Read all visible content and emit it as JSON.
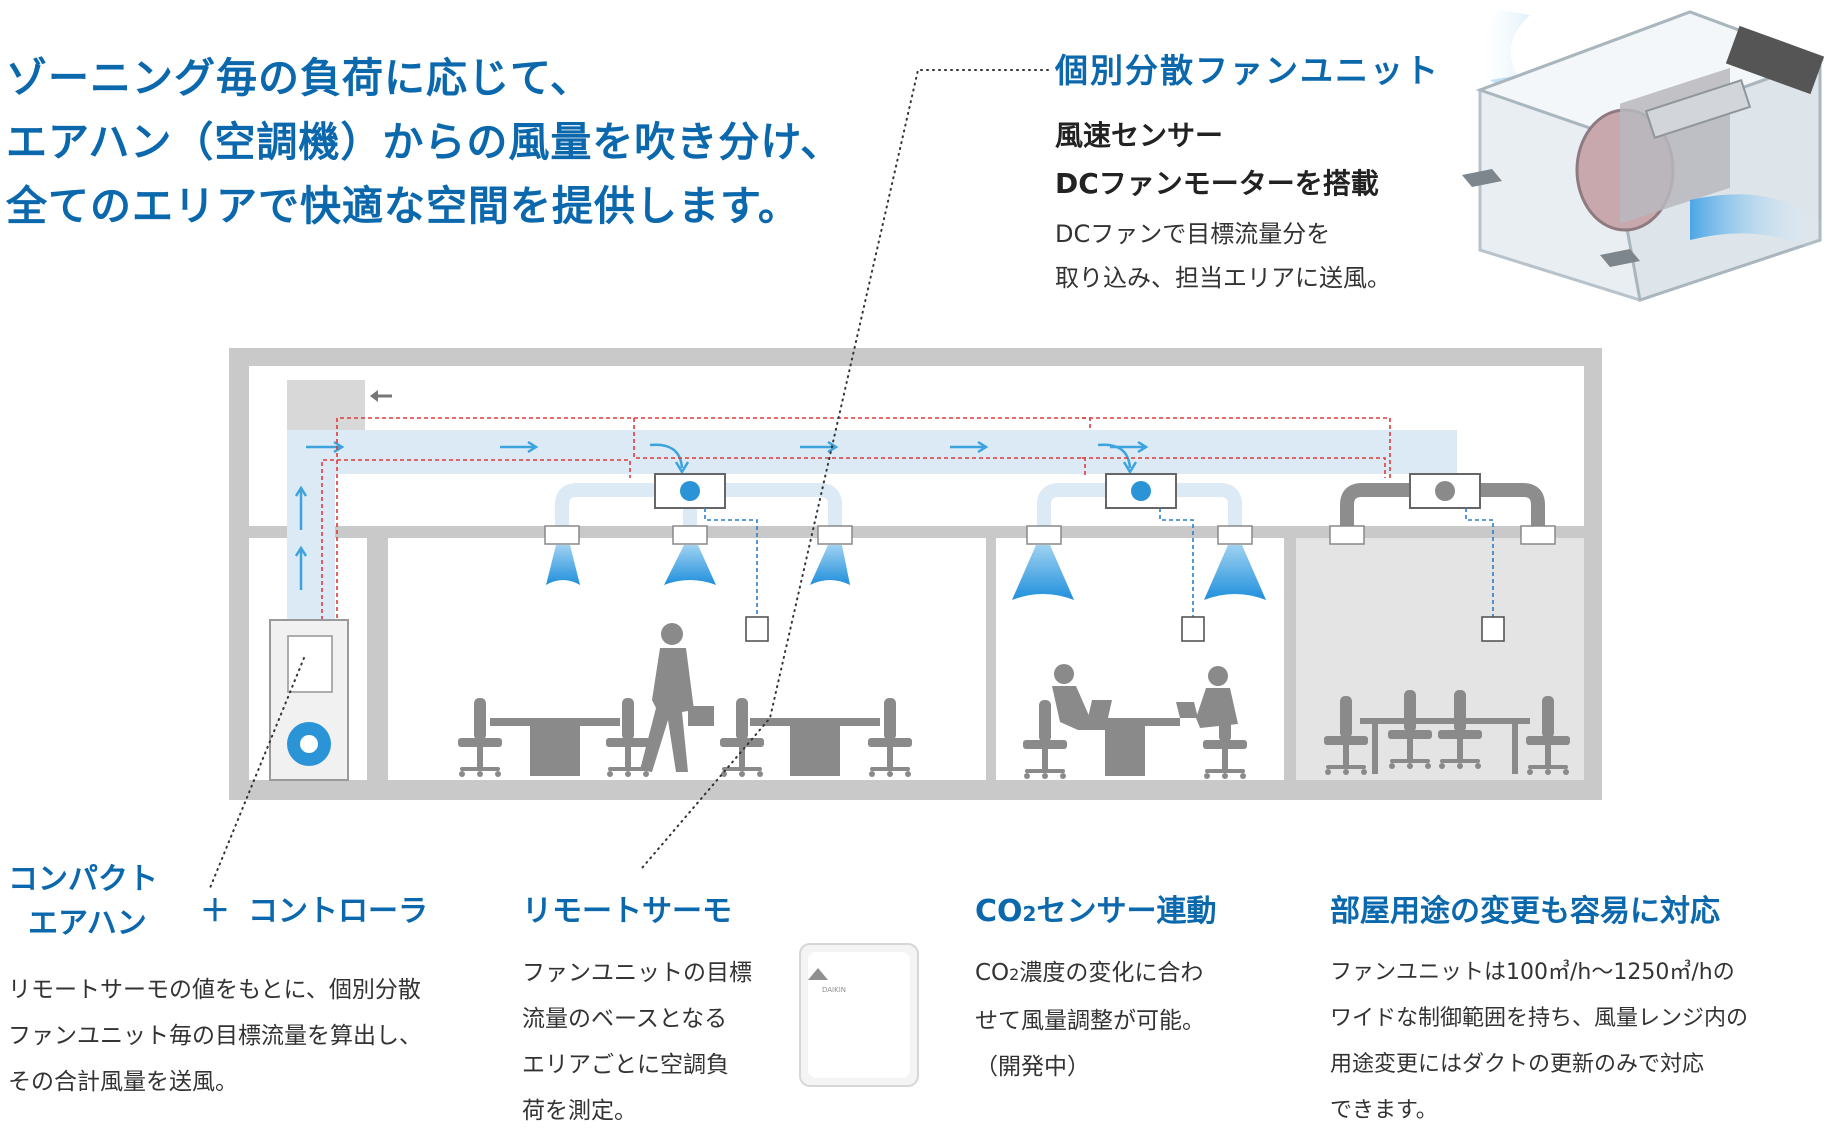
{
  "headline": {
    "lines": [
      "ゾーニング毎の負荷に応じて、",
      "エアハン（空調機）からの風量を吹き分け、",
      "全てのエリアで快適な空間を提供します。"
    ]
  },
  "fan_unit": {
    "title": "個別分散ファンユニット",
    "subtitle_lines": [
      "風速センサー",
      "DCファンモーターを搭載"
    ],
    "desc_lines": [
      "DCファンで目標流量分を",
      "取り込み、担当エリアに送風。"
    ]
  },
  "compact_ahu": {
    "title_lines": [
      "コンパクト",
      "エアハン"
    ],
    "plus": "＋",
    "controller": "コントローラ",
    "desc_lines": [
      "リモートサーモの値をもとに、個別分散",
      "ファンユニット毎の目標流量を算出し、",
      "その合計風量を送風。"
    ]
  },
  "remote_thermo": {
    "title": "リモートサーモ",
    "desc_lines": [
      "ファンユニットの目標",
      "流量のベースとなる",
      "エリアごとに空調負",
      "荷を測定。"
    ],
    "device_brand": "DAIKIN"
  },
  "co2": {
    "title_prefix": "CO",
    "title_sub": "2",
    "title_suffix": "センサー連動",
    "desc_line1_prefix": "CO",
    "desc_line1_sub": "2",
    "desc_line1_suffix": "濃度の変化に合わ",
    "desc_lines": [
      "せて風量調整が可能。",
      "（開発中）"
    ]
  },
  "room_change": {
    "title": "部屋用途の変更も容易に対応",
    "desc_lines": [
      "ファンユニットは100㎥/h～1250㎥/hの",
      "ワイドな制御範囲を持ち、風量レンジ内の",
      "用途変更にはダクトの更新のみで対応",
      "できます。"
    ]
  },
  "colors": {
    "accent": "#0b68ad",
    "duct": "#dbeaf5",
    "arrow": "#3da3dd",
    "signal_red": "#e03a3a",
    "signal_blue": "#2a7fd0",
    "wall": "#c9c9c9",
    "silhouette": "#8a8a8a"
  }
}
